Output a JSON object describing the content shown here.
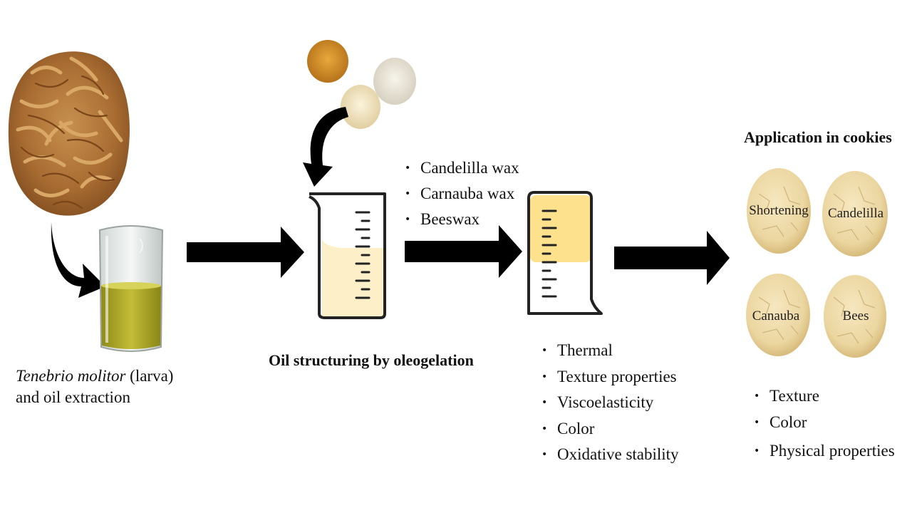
{
  "larva": {
    "caption_italic": "Tenebrio molitor",
    "caption_rest": " (larva)",
    "caption_line2": "and oil extraction"
  },
  "oleogelation": {
    "title": "Oil structuring by oleogelation",
    "waxes": [
      "Candelilla wax",
      "Carnauba wax",
      "Beeswax"
    ]
  },
  "analysis": {
    "items": [
      "Thermal",
      "Texture properties",
      "Viscoelasticity",
      "Color",
      "Oxidative stability"
    ]
  },
  "cookies": {
    "title": "Application in cookies",
    "labels": [
      "Shortening",
      "Candelilla",
      "Canauba",
      "Bees"
    ],
    "items": [
      "Texture",
      "Color",
      "Physical properties"
    ]
  },
  "colors": {
    "oil": "#a9a62a",
    "oleogel_light": "#fdf0c8",
    "oleogel_yellow": "#fde18c",
    "cookie": "#ecd9a6",
    "arrow": "#000000"
  }
}
